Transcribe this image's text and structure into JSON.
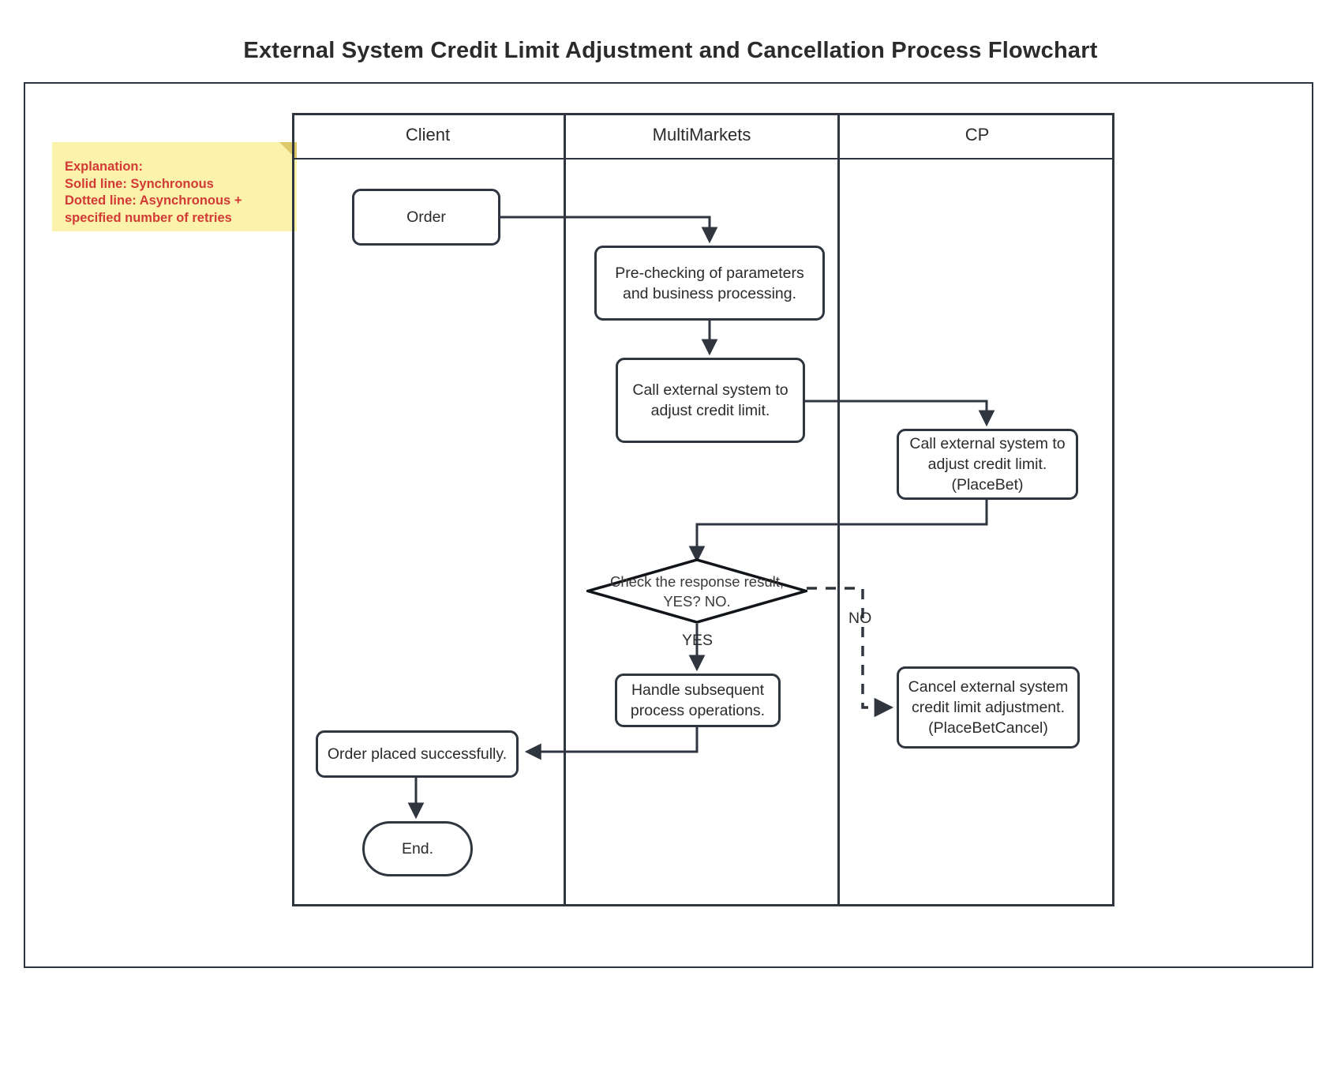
{
  "title": "External System Credit Limit Adjustment and Cancellation Process Flowchart",
  "colors": {
    "stroke": "#2f3640",
    "text": "#2b2b2b",
    "note_background": "#fbf2ab",
    "note_fold": "#ddc96a",
    "note_text": "#d33a36",
    "page_background": "#ffffff"
  },
  "note": {
    "name": "explanation-note",
    "lines": [
      "Explanation:",
      "Solid line: Synchronous",
      "Dotted line: Asynchronous + specified number of retries"
    ]
  },
  "lanes": [
    {
      "id": "client",
      "label": "Client"
    },
    {
      "id": "multimarkets",
      "label": "MultiMarkets"
    },
    {
      "id": "cp",
      "label": "CP"
    }
  ],
  "nodes": [
    {
      "id": "order",
      "lane": "client",
      "shape": "process",
      "label": "Order"
    },
    {
      "id": "precheck",
      "lane": "multimarkets",
      "shape": "process",
      "label": "Pre-checking of parameters\nand business processing."
    },
    {
      "id": "call-adjust",
      "lane": "multimarkets",
      "shape": "process",
      "label": "Call external system to\nadjust credit limit."
    },
    {
      "id": "placebet",
      "lane": "cp",
      "shape": "process",
      "label": "Call external system to\nadjust credit limit.\n(PlaceBet)"
    },
    {
      "id": "check",
      "lane": "multimarkets",
      "shape": "decision",
      "label": "Check the response result,\nYES? NO."
    },
    {
      "id": "handle",
      "lane": "multimarkets",
      "shape": "process",
      "label": "Handle subsequent\nprocess operations."
    },
    {
      "id": "cancel",
      "lane": "cp",
      "shape": "process",
      "label": "Cancel external system\ncredit limit adjustment.\n(PlaceBetCancel)"
    },
    {
      "id": "success",
      "lane": "client",
      "shape": "process",
      "label": "Order placed successfully."
    },
    {
      "id": "end",
      "lane": "client",
      "shape": "terminal",
      "label": "End."
    }
  ],
  "edges": [
    {
      "id": "order-to-precheck",
      "from": "order",
      "to": "precheck",
      "style": "solid",
      "label": ""
    },
    {
      "id": "precheck-to-call",
      "from": "precheck",
      "to": "call-adjust",
      "style": "solid",
      "label": ""
    },
    {
      "id": "call-to-placebet",
      "from": "call-adjust",
      "to": "placebet",
      "style": "solid",
      "label": ""
    },
    {
      "id": "placebet-to-check",
      "from": "placebet",
      "to": "check",
      "style": "solid",
      "label": ""
    },
    {
      "id": "check-yes-to-handle",
      "from": "check",
      "to": "handle",
      "style": "solid",
      "label": "YES"
    },
    {
      "id": "check-no-to-cancel",
      "from": "check",
      "to": "cancel",
      "style": "dashed",
      "label": "NO"
    },
    {
      "id": "handle-to-success",
      "from": "handle",
      "to": "success",
      "style": "solid",
      "label": ""
    },
    {
      "id": "success-to-end",
      "from": "success",
      "to": "end",
      "style": "solid",
      "label": ""
    }
  ]
}
